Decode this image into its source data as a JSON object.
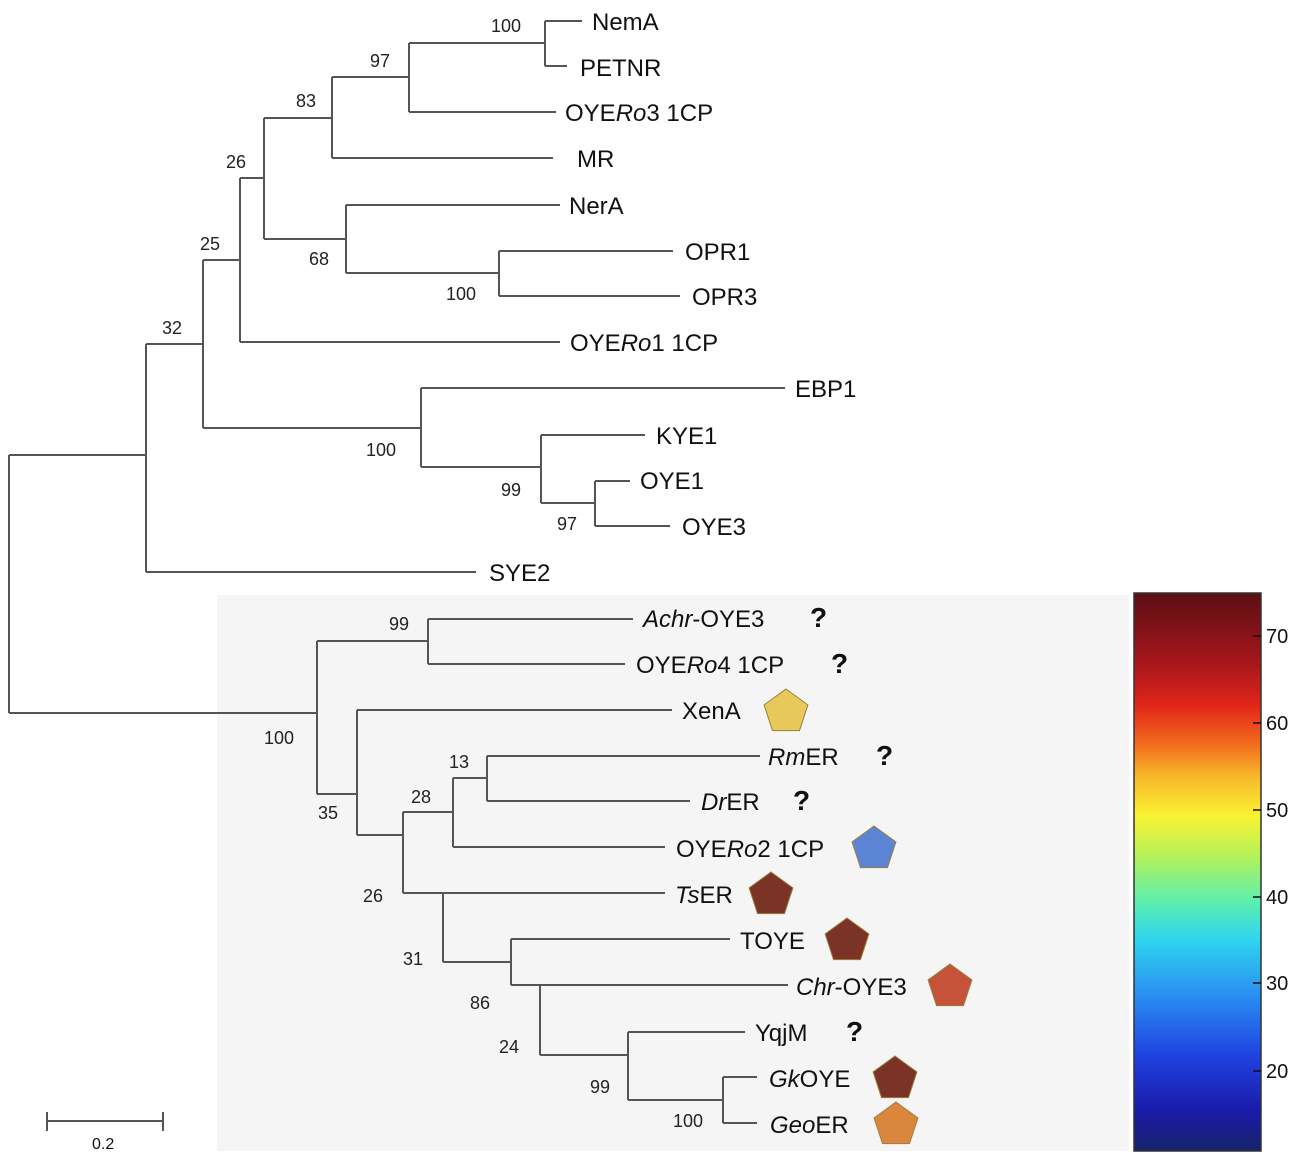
{
  "leaves": [
    {
      "id": "nema",
      "parts": [
        {
          "t": "NemA",
          "i": false
        }
      ]
    },
    {
      "id": "petnr",
      "parts": [
        {
          "t": "PETNR",
          "i": false
        }
      ]
    },
    {
      "id": "oyero3",
      "parts": [
        {
          "t": "OYE",
          "i": false
        },
        {
          "t": "Ro",
          "i": true
        },
        {
          "t": "3 1CP",
          "i": false
        }
      ]
    },
    {
      "id": "mr",
      "parts": [
        {
          "t": "MR",
          "i": false
        }
      ]
    },
    {
      "id": "nera",
      "parts": [
        {
          "t": "NerA",
          "i": false
        }
      ]
    },
    {
      "id": "opr1",
      "parts": [
        {
          "t": "OPR1",
          "i": false
        }
      ]
    },
    {
      "id": "opr3",
      "parts": [
        {
          "t": "OPR3",
          "i": false
        }
      ]
    },
    {
      "id": "oyero1",
      "parts": [
        {
          "t": "OYE",
          "i": false
        },
        {
          "t": "Ro",
          "i": true
        },
        {
          "t": "1 1CP",
          "i": false
        }
      ]
    },
    {
      "id": "ebp1",
      "parts": [
        {
          "t": "EBP1",
          "i": false
        }
      ]
    },
    {
      "id": "kye1",
      "parts": [
        {
          "t": "KYE1",
          "i": false
        }
      ]
    },
    {
      "id": "oye1",
      "parts": [
        {
          "t": "OYE1",
          "i": false
        }
      ]
    },
    {
      "id": "oye3",
      "parts": [
        {
          "t": "OYE3",
          "i": false
        }
      ]
    },
    {
      "id": "sye2",
      "parts": [
        {
          "t": "SYE2",
          "i": false
        }
      ]
    },
    {
      "id": "achr-oye3",
      "parts": [
        {
          "t": "Achr",
          "i": true
        },
        {
          "t": "-OYE3",
          "i": false
        }
      ],
      "marker": "?"
    },
    {
      "id": "oyero4",
      "parts": [
        {
          "t": "OYE",
          "i": false
        },
        {
          "t": "Ro",
          "i": true
        },
        {
          "t": "4 1CP",
          "i": false
        }
      ],
      "marker": "?"
    },
    {
      "id": "xena",
      "parts": [
        {
          "t": "XenA",
          "i": false
        }
      ],
      "marker": "pentagon",
      "color": "#e8c85a"
    },
    {
      "id": "rmer",
      "parts": [
        {
          "t": "Rm",
          "i": true
        },
        {
          "t": "ER",
          "i": false
        }
      ],
      "marker": "?"
    },
    {
      "id": "drer",
      "parts": [
        {
          "t": "Dr",
          "i": true
        },
        {
          "t": "ER",
          "i": false
        }
      ],
      "marker": "?"
    },
    {
      "id": "oyero2",
      "parts": [
        {
          "t": "OYE",
          "i": false
        },
        {
          "t": "Ro",
          "i": true
        },
        {
          "t": "2 1CP",
          "i": false
        }
      ],
      "marker": "pentagon",
      "color": "#5b84d4"
    },
    {
      "id": "tser",
      "parts": [
        {
          "t": "Ts",
          "i": true
        },
        {
          "t": "ER",
          "i": false
        }
      ],
      "marker": "pentagon",
      "color": "#7b3327"
    },
    {
      "id": "toye",
      "parts": [
        {
          "t": "TOYE",
          "i": false
        }
      ],
      "marker": "pentagon",
      "color": "#7b3327"
    },
    {
      "id": "chr-oye3",
      "parts": [
        {
          "t": "Chr",
          "i": true
        },
        {
          "t": "-OYE3",
          "i": false
        }
      ],
      "marker": "pentagon",
      "color": "#c4533a"
    },
    {
      "id": "yqjm",
      "parts": [
        {
          "t": "YqjM",
          "i": false
        }
      ],
      "marker": "?"
    },
    {
      "id": "gkoye",
      "parts": [
        {
          "t": "Gk",
          "i": true
        },
        {
          "t": "OYE",
          "i": false
        }
      ],
      "marker": "pentagon",
      "color": "#7b3327"
    },
    {
      "id": "geoer",
      "parts": [
        {
          "t": "Geo",
          "i": true
        },
        {
          "t": "ER",
          "i": false
        }
      ],
      "marker": "pentagon",
      "color": "#d9863e"
    }
  ],
  "bootstrap": [
    "100",
    "97",
    "83",
    "26",
    "68",
    "100",
    "25",
    "100",
    "99",
    "97",
    "32",
    "99",
    "100",
    "35",
    "13",
    "28",
    "26",
    "31",
    "86",
    "24",
    "99",
    "100"
  ],
  "scale_bar": {
    "label": "0.2"
  },
  "colorbar": {
    "ticks": [
      "20",
      "30",
      "40",
      "50",
      "60",
      "70"
    ],
    "colors": [
      "#5a0f14",
      "#a3161b",
      "#e0241a",
      "#f26b1d",
      "#f8b92b",
      "#f9f333",
      "#b6f157",
      "#5ff0ac",
      "#2fd6ee",
      "#2a8ff2",
      "#1f42e0",
      "#1a1aa8",
      "#17246a"
    ]
  }
}
